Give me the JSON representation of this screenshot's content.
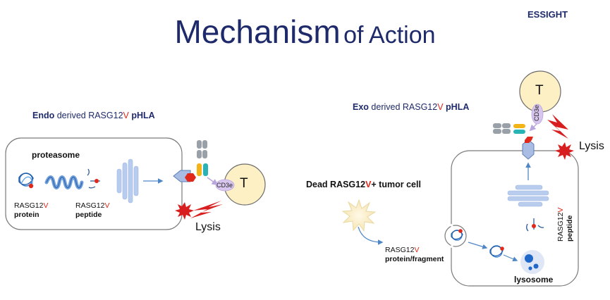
{
  "title": {
    "main": "Mechanism",
    "rest": "of Action"
  },
  "brand": "ESSIGHT",
  "endo": {
    "header_prefix": "Endo",
    "header_mid": " derived RASG12",
    "header_v": "V",
    "header_suffix": " pHLA",
    "proteasome_label": "proteasome",
    "protein_label_line1": "RASG12",
    "protein_label_v": "V",
    "protein_label_line2": "protein",
    "peptide_label_line1": "RASG12",
    "peptide_label_v": "V",
    "peptide_label_line2": "peptide",
    "t_cell": "T",
    "cd3e": "CD3e",
    "lysis": "Lysis"
  },
  "exo": {
    "header_prefix": "Exo",
    "header_mid": " derived RASG12",
    "header_v": "V",
    "header_suffix": " pHLA",
    "dead_cell_prefix": "Dead RASG12",
    "dead_cell_v": "V",
    "dead_cell_suffix": "+ tumor cell",
    "fragment_line1": "RASG12",
    "fragment_v": "V",
    "fragment_line2": "protein/fragment",
    "peptide_vertical_line1": "RASG12",
    "peptide_vertical_v": "V",
    "peptide_vertical_line2": "peptide",
    "lysosome_label": "lysosome",
    "t_cell": "T",
    "cd3e": "CD3e",
    "lysis": "Lysis"
  },
  "colors": {
    "title": "#1f2a6b",
    "accent_red": "#e0281b",
    "cell_border": "#7a7a7a",
    "t_cell_fill": "#fdf0c4",
    "cd3e_fill": "#d9c6ee",
    "proteasome_blue": "#b8cdee",
    "protein_blue": "#3a7fd0",
    "mhc_gray": "#9aa0a8",
    "tcr_yellow": "#f2b417",
    "tcr_teal": "#2ab3b5",
    "arrow_blue": "#4f86c6",
    "lysis_red": "#d81e1e"
  }
}
